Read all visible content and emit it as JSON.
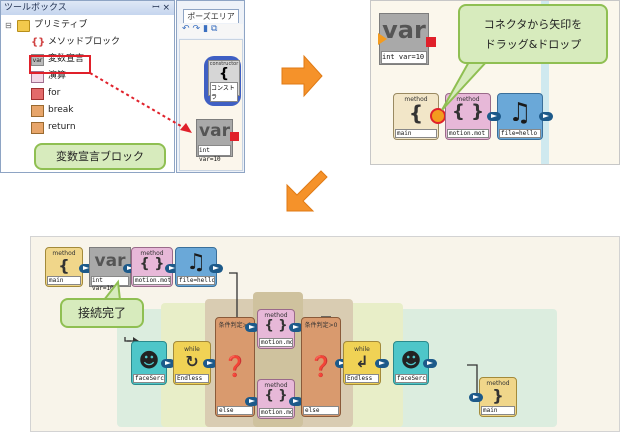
{
  "toolbox": {
    "title": "ツールボックス",
    "title_controls": "ꟷ × ",
    "items": [
      {
        "label": "プリミティブ",
        "icon": "folder-icon"
      },
      {
        "label": "メソッドブロック",
        "icon": "method-icon"
      },
      {
        "label": "変数宣言",
        "icon_text": "var",
        "icon": "var-icon"
      },
      {
        "label": "演算",
        "icon": "calc-icon"
      },
      {
        "label": "for",
        "icon": "for-icon"
      },
      {
        "label": "break",
        "icon": "break-icon"
      },
      {
        "label": "return",
        "icon": "return-icon"
      }
    ]
  },
  "pause_area": {
    "tab_label": "ポーズエリア",
    "block_top": "constructor",
    "block_mid": "{",
    "block_bottom": "コンストラ"
  },
  "var_block": {
    "title": "var",
    "field": "int var=10"
  },
  "callouts": {
    "var_block_label": "変数宣言ブロック",
    "drag_drop_line1": "コネクタから矢印を",
    "drag_drop_line2": "ドラッグ&ドロップ",
    "complete": "接続完了"
  },
  "panel2": {
    "method": {
      "label": "method",
      "glyph": "{",
      "field": "main"
    },
    "motion": {
      "label": "method",
      "glyph": "{ }",
      "field": "motion.mot"
    },
    "music": {
      "field": "file=hello"
    },
    "var": {
      "title": "var",
      "field": "int var=10"
    }
  },
  "panel3": {
    "method_start": {
      "label": "method",
      "glyph": "{",
      "field": "main"
    },
    "var": {
      "label": "var",
      "field": "int var=10"
    },
    "motion": {
      "label": "method",
      "glyph": "{ }",
      "field": "motion.mot"
    },
    "music": {
      "field": "file=hello"
    },
    "face_left": {
      "field": "faceSerch:"
    },
    "while_left": {
      "label": "while",
      "field": "Endless"
    },
    "if_left": {
      "label": "条件判定>0",
      "field": "else"
    },
    "motion_top": {
      "label": "method",
      "glyph": "{ }",
      "field": "motion.mot"
    },
    "motion_bottom": {
      "label": "method",
      "glyph": "{ }",
      "field": "motion.mot"
    },
    "if_right": {
      "label": "条件判定>0",
      "field": "else"
    },
    "while_right": {
      "label": "while",
      "field": "Endless"
    },
    "face_right": {
      "field": "faceSerch:"
    },
    "method_end": {
      "label": "method",
      "glyph": "}",
      "field": "main"
    }
  },
  "colors": {
    "connector": "#1d5a8a",
    "accent_red": "#e0202a",
    "arrow_orange": "#f5922a",
    "callout_fill": "#d7ebbd"
  }
}
